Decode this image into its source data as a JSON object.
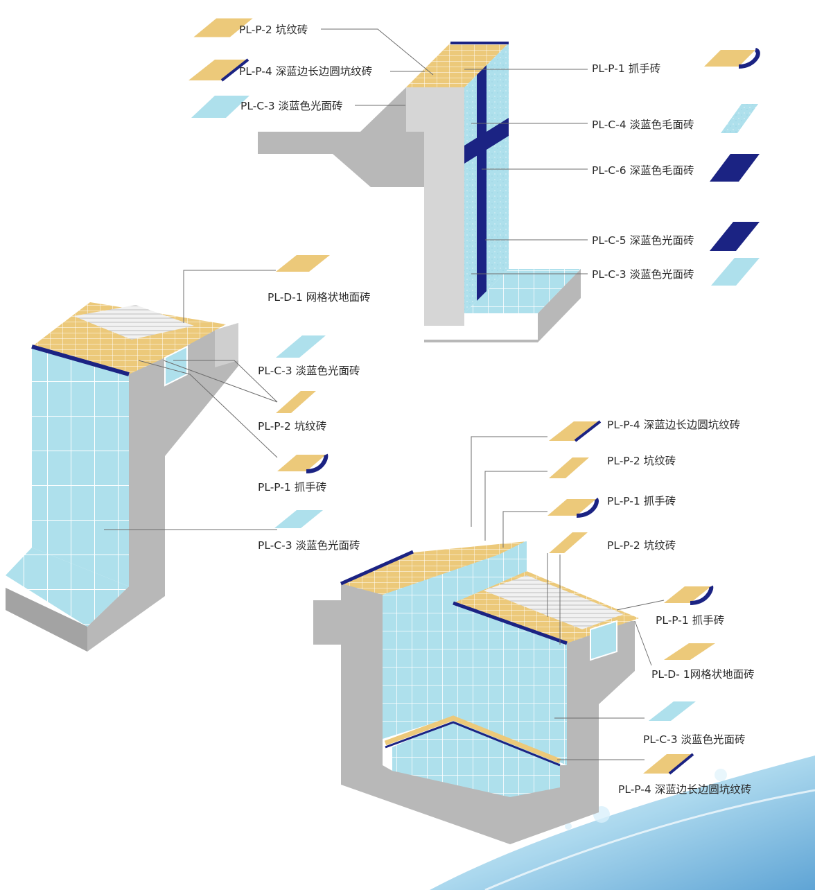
{
  "colors": {
    "light_blue_tile": "#aee0ec",
    "dark_blue_tile": "#1b2383",
    "yellow_tile": "#ecc97a",
    "concrete": "#b8b8b8",
    "concrete_dark": "#9c9c9c",
    "grout": "#ffffff"
  },
  "top_section": {
    "labels": [
      "PL-P-2 坑纹砖",
      "PL-P-4 深蓝边长边圆坑纹砖",
      "PL-C-3 淡蓝色光面砖",
      "PL-P-1 抓手砖",
      "PL-C-4 淡蓝色毛面砖",
      "PL-C-6 深蓝色毛面砖",
      "PL-C-5 深蓝色光面砖",
      "PL-C-3 淡蓝色光面砖"
    ]
  },
  "left_section": {
    "labels": [
      "PL-D-1 网格状地面砖",
      "PL-C-3 淡蓝色光面砖",
      "PL-P-2 坑纹砖",
      "PL-P-1 抓手砖",
      "PL-C-3 淡蓝色光面砖"
    ]
  },
  "bottom_section": {
    "labels": [
      "PL-P-4 深蓝边长边圆坑纹砖",
      "PL-P-2 坑纹砖",
      "PL-P-1 抓手砖",
      "PL-P-2 坑纹砖",
      "PL-P-1 抓手砖",
      "PL-D- 1网格状地面砖",
      "PL-C-3 淡蓝色光面砖",
      "PL-P-4 深蓝边长边圆坑纹砖"
    ]
  }
}
